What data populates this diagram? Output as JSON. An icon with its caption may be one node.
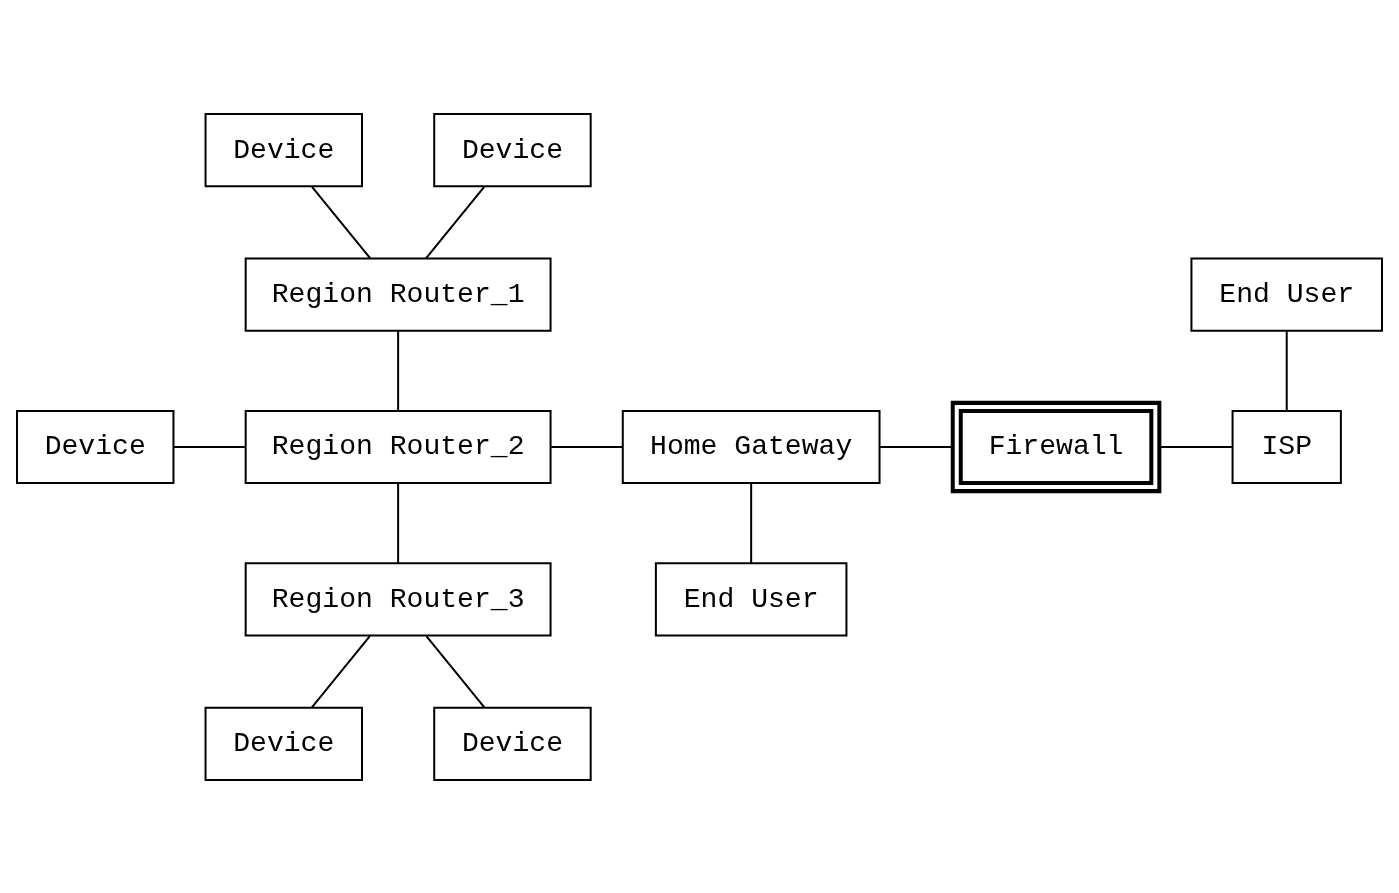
{
  "diagram": {
    "nodes": [
      {
        "text": [
          "Device"
        ]
      },
      {
        "text": [
          "Device"
        ]
      },
      {
        "text": [
          "Region Router_1"
        ]
      },
      {
        "text": [
          "End User"
        ]
      },
      {
        "text": [
          "Firewall"
        ]
      },
      {
        "text": [
          "Device"
        ]
      },
      {
        "text": [
          "Region Router_2"
        ]
      },
      {
        "text": [
          "Home Gateway"
        ]
      },
      {
        "text": [
          "ISP"
        ]
      },
      {
        "text": [
          "Region Router_3"
        ]
      },
      {
        "text": [
          "End User"
        ]
      },
      {
        "text": [
          "Device"
        ]
      },
      {
        "text": [
          "Device"
        ]
      }
    ],
    "edges": [
      {
        "from": 0,
        "to": 2,
        "arrow": "none"
      },
      {
        "from": 1,
        "to": 2,
        "arrow": "none"
      },
      {
        "from": 2,
        "to": 6,
        "arrow": "none"
      },
      {
        "from": 5,
        "to": 6,
        "arrow": "none"
      },
      {
        "from": 6,
        "to": 7,
        "arrow": "none"
      },
      {
        "from": 7,
        "to": 4,
        "arrow": "none"
      },
      {
        "from": 4,
        "to": 8,
        "arrow": "none"
      },
      {
        "from": 3,
        "to": 8,
        "arrow": "none"
      },
      {
        "from": 6,
        "to": 9,
        "arrow": "none"
      },
      {
        "from": 7,
        "to": 10,
        "arrow": "none"
      },
      {
        "from": 9,
        "to": 11,
        "arrow": "none"
      },
      {
        "from": 9,
        "to": 12,
        "arrow": "none"
      }
    ]
  }
}
